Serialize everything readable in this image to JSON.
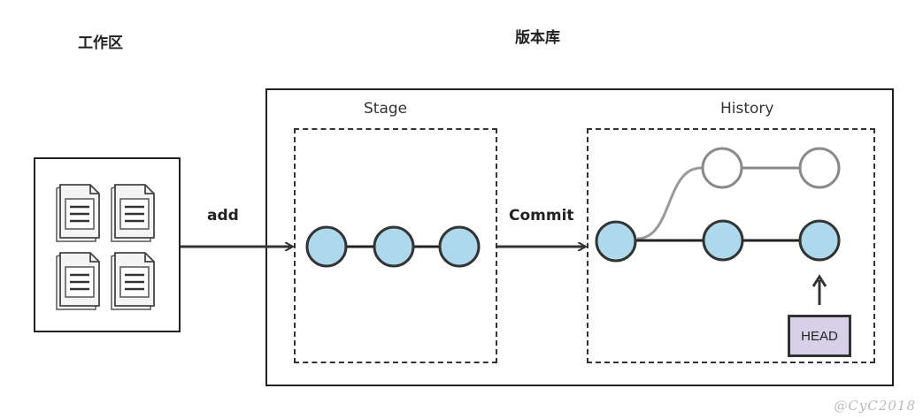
{
  "workspace": {
    "title": "工作区"
  },
  "repository": {
    "title": "版本库",
    "stage": {
      "title": "Stage"
    },
    "history": {
      "title": "History",
      "head_label": "HEAD"
    }
  },
  "edges": {
    "add_label": "add",
    "commit_label": "Commit"
  },
  "watermark": "@CyC2018",
  "colors": {
    "node_fill": "#aed8ec",
    "node_stroke": "#333333",
    "ghost_stroke": "#8a8a8a",
    "head_fill": "#d6d1e6"
  },
  "icons": [
    "document-icon",
    "document-icon",
    "document-icon",
    "document-icon"
  ]
}
